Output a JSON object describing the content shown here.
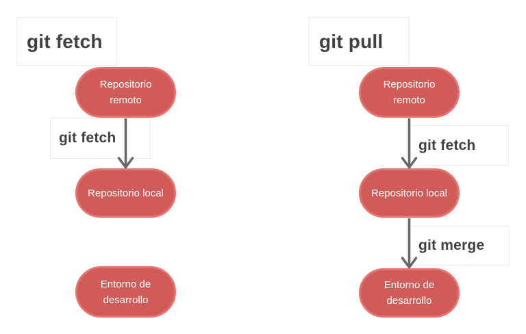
{
  "colors": {
    "background": "#ffffff",
    "node_fill": "#d05c58",
    "node_border": "#e7716c",
    "node_text": "#ffffff",
    "title_text": "#404040",
    "box_border": "#ececec",
    "arrow": "#666666"
  },
  "diagrams": [
    {
      "title": "git fetch",
      "nodes": [
        {
          "id": "repositorio-remoto",
          "label": "Repositorio\nremoto"
        },
        {
          "id": "repositorio-local",
          "label": "Repositorio local"
        },
        {
          "id": "entorno-de-desarrollo",
          "label": "Entorno de\ndesarrollo"
        }
      ],
      "edges": [
        {
          "from": "repositorio-remoto",
          "to": "repositorio-local",
          "label": "git fetch"
        }
      ]
    },
    {
      "title": "git pull",
      "nodes": [
        {
          "id": "repositorio-remoto",
          "label": "Repositorio\nremoto"
        },
        {
          "id": "repositorio-local",
          "label": "Repositorio local"
        },
        {
          "id": "entorno-de-desarrollo",
          "label": "Entorno de\ndesarrollo"
        }
      ],
      "edges": [
        {
          "from": "repositorio-remoto",
          "to": "repositorio-local",
          "label": "git fetch"
        },
        {
          "from": "repositorio-local",
          "to": "entorno-de-desarrollo",
          "label": "git merge"
        }
      ]
    }
  ]
}
